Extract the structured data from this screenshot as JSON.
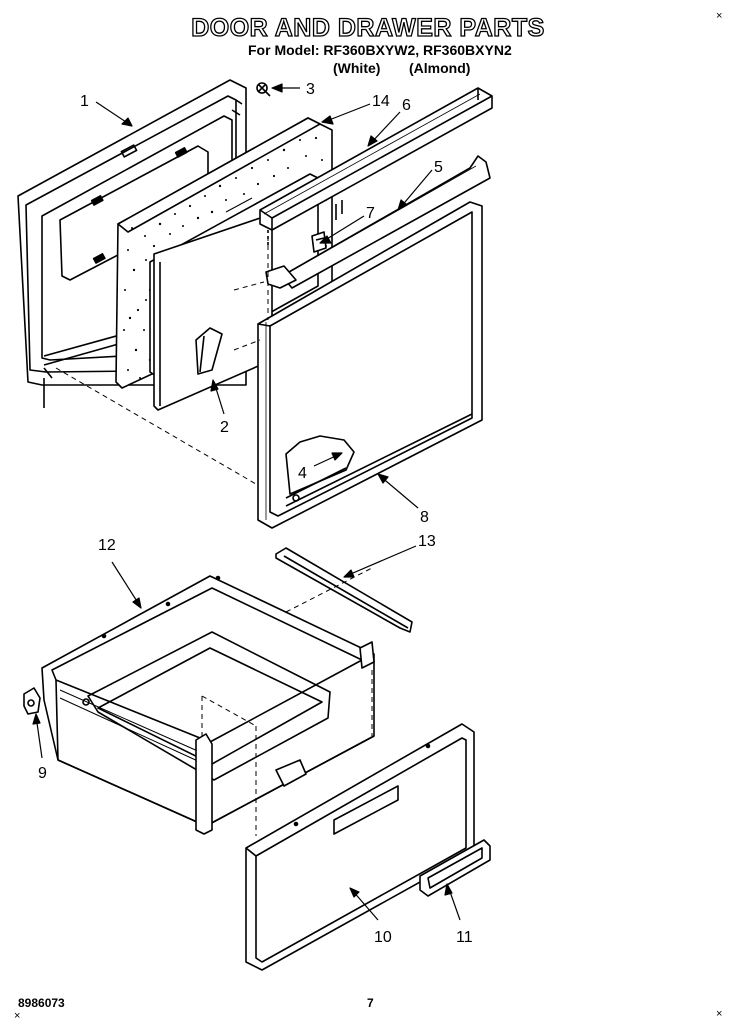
{
  "header": {
    "title": "DOOR AND DRAWER PARTS",
    "model_line": "For Model: RF360BXYW2, RF360BXYN2",
    "color_white": "(White)",
    "color_almond": "(Almond)"
  },
  "callouts": {
    "c1": "1",
    "c2": "2",
    "c3": "3",
    "c4": "4",
    "c5": "5",
    "c6": "6",
    "c7": "7",
    "c8": "8",
    "c9": "9",
    "c10": "10",
    "c11": "11",
    "c12": "12",
    "c13": "13",
    "c14": "14"
  },
  "footer": {
    "doc_number": "8986073",
    "page": "7"
  },
  "marks": {
    "corner_mark": "×"
  }
}
